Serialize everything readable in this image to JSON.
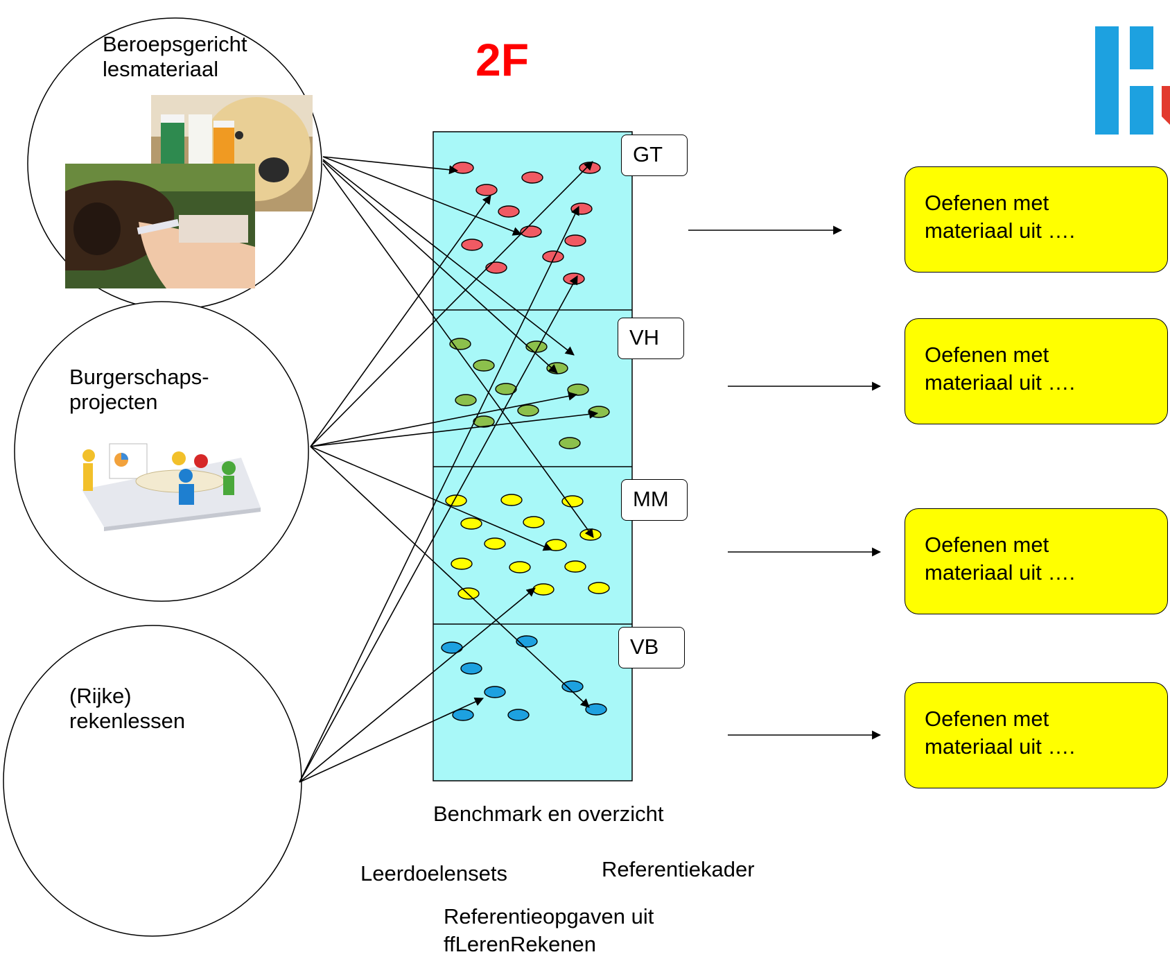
{
  "title": "2F",
  "sources": [
    {
      "id": "beroeps",
      "label": "Beroepsgericht\nlesmateriaal"
    },
    {
      "id": "burgerschap",
      "label": "Burgerschaps-\nprojecten"
    },
    {
      "id": "reken",
      "label": "(Rijke)\nrekenlessen"
    }
  ],
  "levels": [
    {
      "tag": "GT",
      "color": "#f05a63"
    },
    {
      "tag": "VH",
      "color": "#8cc04c"
    },
    {
      "tag": "MM",
      "color": "#ffff00"
    },
    {
      "tag": "VB",
      "color": "#1da1e0"
    }
  ],
  "column_color": "#a8f8f8",
  "practice_boxes": [
    {
      "label": "Oefenen met\n materiaal uit …."
    },
    {
      "label": "Oefenen met\n materiaal uit …."
    },
    {
      "label": "Oefenen met\n materiaal uit …."
    },
    {
      "label": "Oefenen met\n materiaal uit …."
    }
  ],
  "captions": {
    "benchmark": "Benchmark en overzicht",
    "leerdoelensets": "Leerdoelensets",
    "referentiekader": "Referentiekader",
    "referentieopgaven": "Referentieopgaven uit\nffLerenRekenen"
  },
  "logo": {
    "text": "HU",
    "color": "#1da1e0"
  }
}
